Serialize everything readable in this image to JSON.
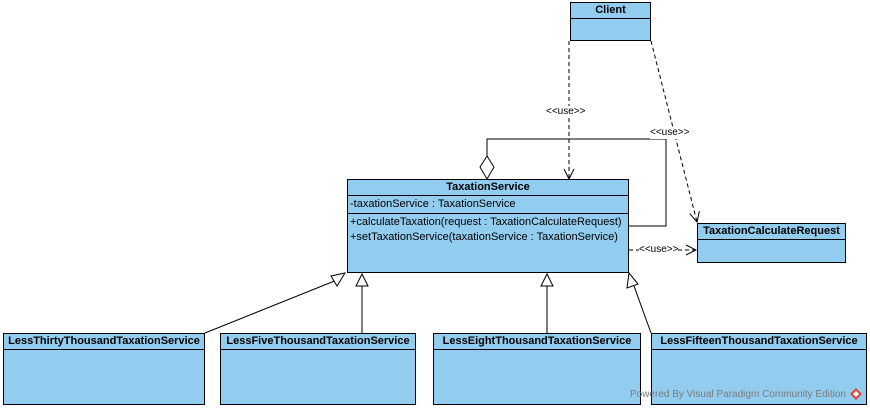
{
  "classes": {
    "client": {
      "name": "Client"
    },
    "taxation_service": {
      "name": "TaxationService",
      "attributes": [
        "-taxationService : TaxationService"
      ],
      "operations": [
        "+calculateTaxation(request : TaxationCalculateRequest)",
        "+setTaxationService(taxationService : TaxationService)"
      ]
    },
    "taxation_calculate_request": {
      "name": "TaxationCalculateRequest"
    },
    "less_thirty": {
      "name": "LessThirtyThousandTaxationService"
    },
    "less_five": {
      "name": "LessFiveThousandTaxationService"
    },
    "less_eight": {
      "name": "LessEightThousandTaxationService"
    },
    "less_fifteen": {
      "name": "LessFifteenThousandTaxationService"
    }
  },
  "labels": {
    "use1": "<<use>>",
    "use2": "<<use>>",
    "use3": "<<use>>"
  },
  "footer": {
    "text": "Powered By  Visual Paradigm Community Edition"
  },
  "colors": {
    "class_fill": "#92CDF0",
    "logo": "#e0483a"
  }
}
